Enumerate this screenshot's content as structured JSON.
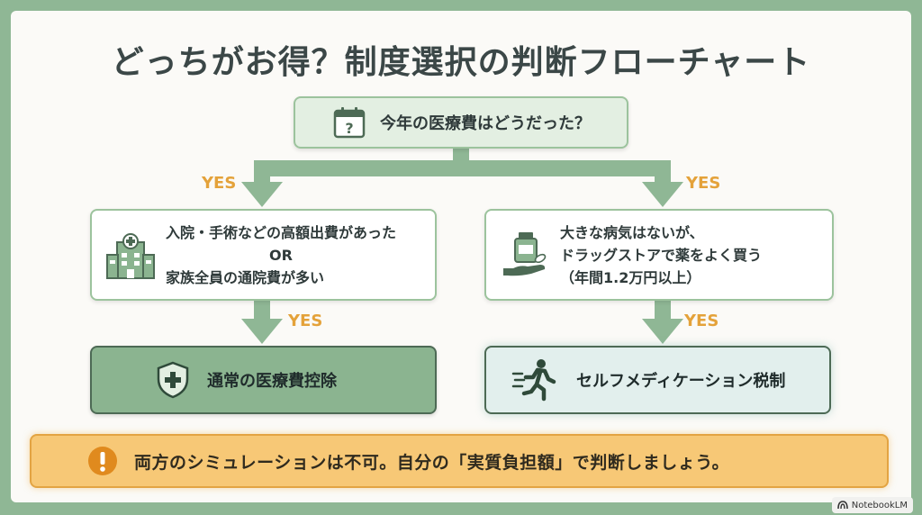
{
  "title": "どっちがお得？制度選択の判断フローチャート",
  "question": {
    "label": "今年の医療費はどうだった？",
    "icon": "calendar-question-icon"
  },
  "branch_labels": {
    "yes": "YES"
  },
  "left": {
    "condition": {
      "line1": "入院・手術などの高額出費があった",
      "line2": "OR",
      "line3": "家族全員の通院費が多い",
      "icon": "hospital-icon"
    },
    "result": {
      "label": "通常の医療費控除",
      "icon": "shield-plus-icon"
    }
  },
  "right": {
    "condition": {
      "line1": "大きな病気はないが、",
      "line2": "ドラッグストアで薬をよく買う",
      "line3": "（年間1.2万円以上）",
      "icon": "medicine-hand-icon"
    },
    "result": {
      "label": "セルフメディケーション税制",
      "icon": "running-person-icon"
    }
  },
  "note": {
    "text": "両方のシミュレーションは不可。自分の「実質負担額」で判断しましょう。",
    "icon": "exclamation-icon"
  },
  "watermark": {
    "text": "NotebookLM"
  },
  "colors": {
    "frame": "#8fb795",
    "arrow": "#8fb795",
    "yes": "#e4a23a",
    "left_result_fill": "#8bb490",
    "right_result_fill": "#e2efed",
    "note_fill": "#f7c876"
  }
}
